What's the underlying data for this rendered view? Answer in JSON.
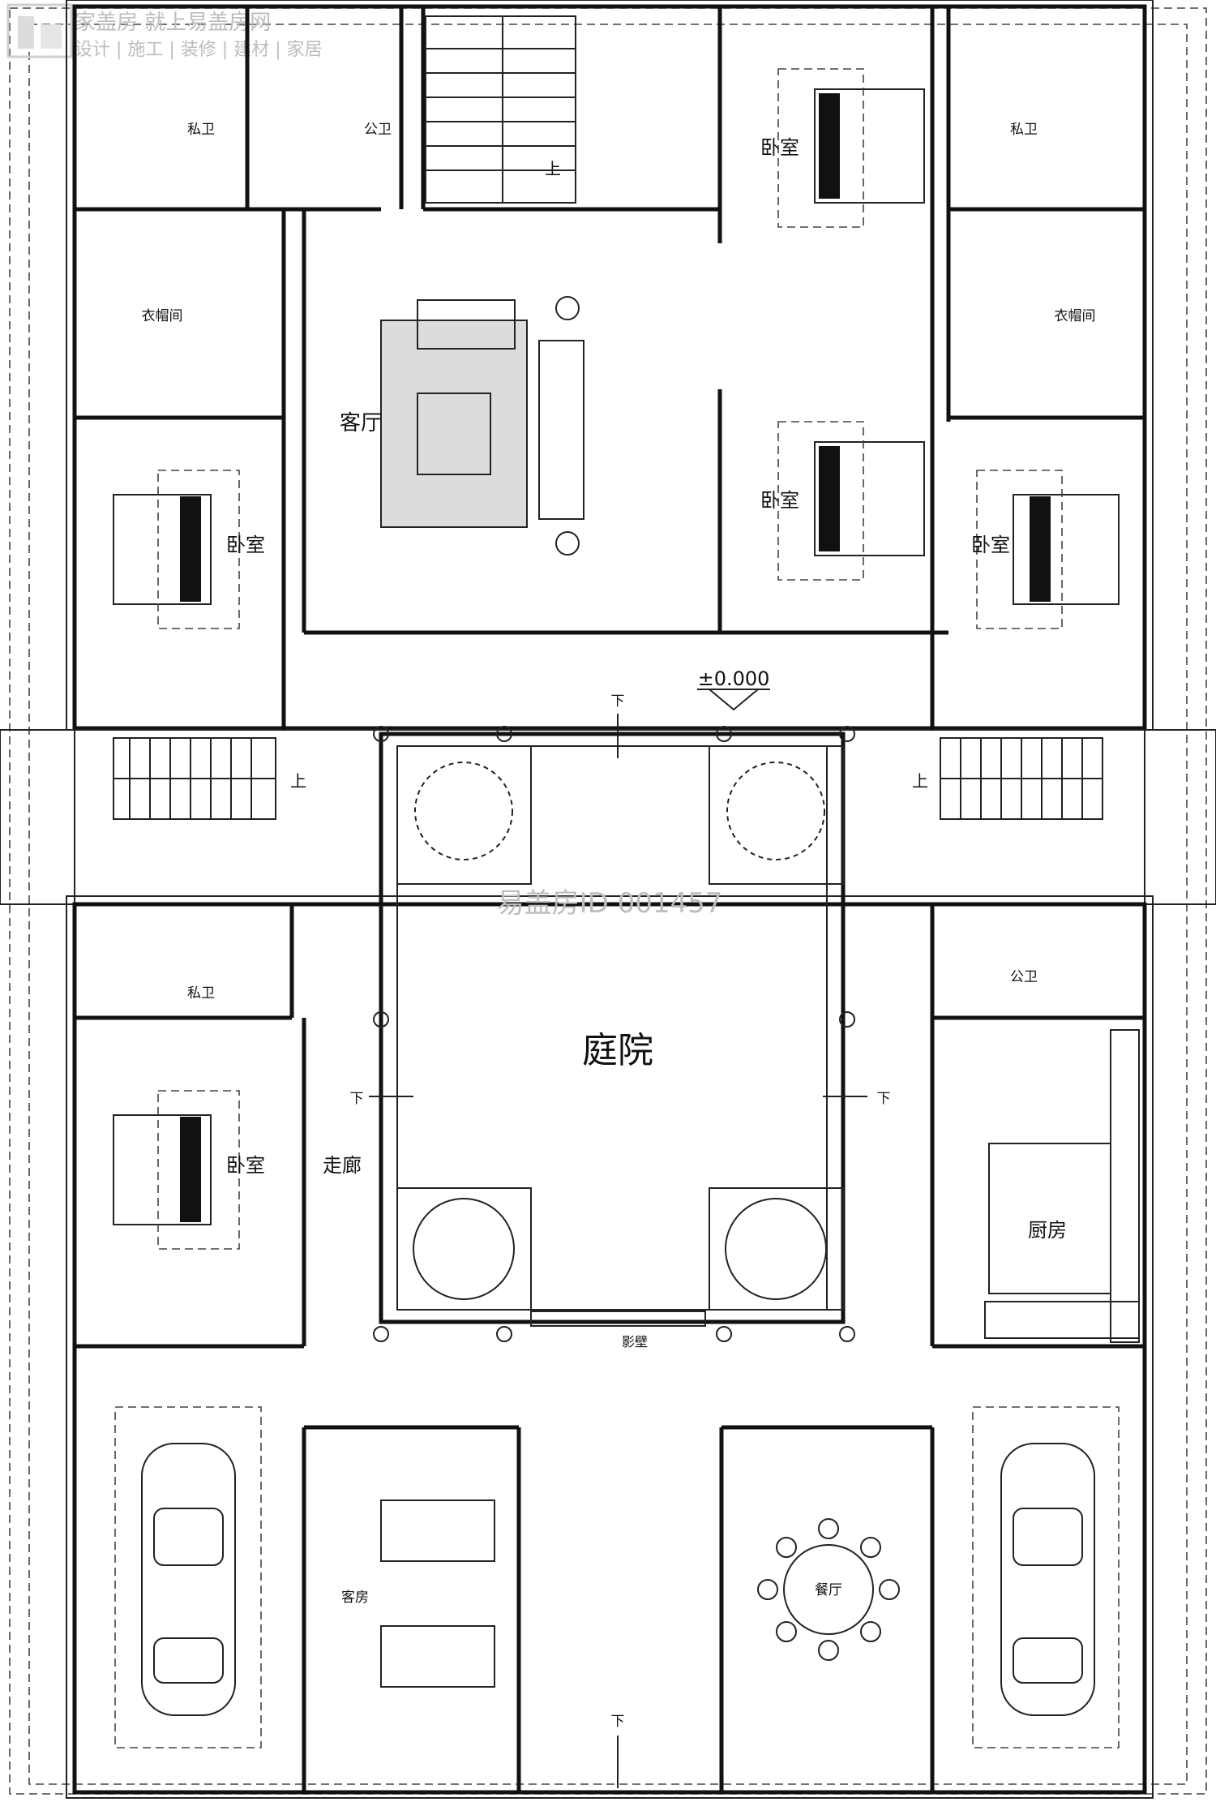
{
  "watermark": {
    "logo_line1": "家盖房 就上易盖房网",
    "logo_line2": "设计 | 施工 | 装修 | 建材 | 家居",
    "center_text": "易盖房ID 001457"
  },
  "elevation_mark": "±0.000",
  "rooms": {
    "private_bath_tl": "私卫",
    "public_bath_top": "公卫",
    "private_bath_tr": "私卫",
    "closet_left": "衣帽间",
    "closet_right": "衣帽间",
    "living_room": "客厅",
    "bedroom_tl": "卧室",
    "bedroom_tr_top": "卧室",
    "bedroom_tr_mid": "卧室",
    "bedroom_right": "卧室",
    "private_bath_ml": "私卫",
    "public_bath_mr": "公卫",
    "courtyard": "庭院",
    "corridor": "走廊",
    "bedroom_left_lower": "卧室",
    "kitchen": "厨房",
    "screen_wall": "影壁",
    "guest_room": "客房",
    "dining_room": "餐厅"
  },
  "stair_labels": {
    "top_stair": "上",
    "left_stair": "上",
    "right_stair": "上"
  },
  "step_labels": {
    "court_top": "下",
    "court_left": "下",
    "court_right": "下",
    "entrance": "下"
  }
}
